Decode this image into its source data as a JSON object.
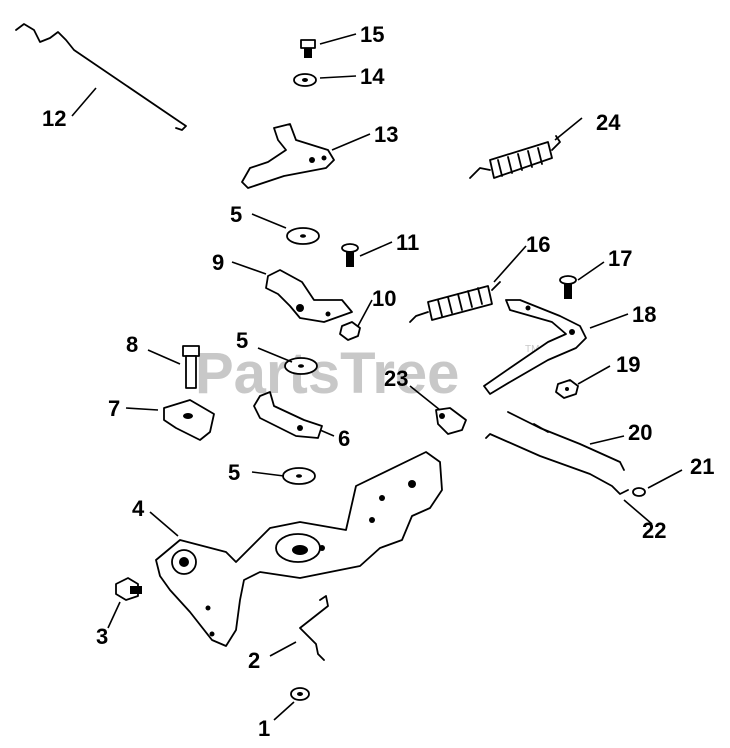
{
  "watermark": {
    "text": "PartsTree",
    "trademark": "TM"
  },
  "callouts": [
    "1",
    "2",
    "3",
    "4",
    "5",
    "5",
    "5",
    "6",
    "7",
    "8",
    "9",
    "10",
    "11",
    "12",
    "13",
    "14",
    "15",
    "16",
    "17",
    "18",
    "19",
    "20",
    "21",
    "22",
    "23",
    "24"
  ],
  "colors": {
    "line": "#000000",
    "background": "#ffffff",
    "watermark": "#c8c8c8"
  }
}
